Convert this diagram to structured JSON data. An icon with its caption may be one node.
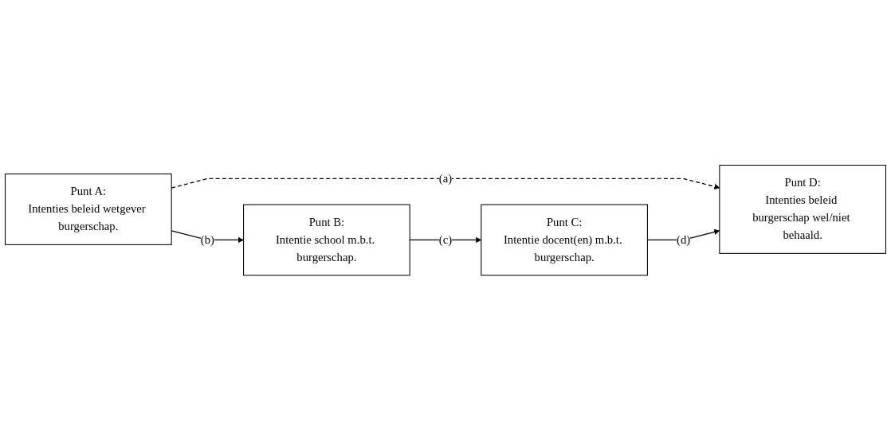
{
  "diagram": {
    "nodes": [
      {
        "text": [
          "Punt A:",
          "Intenties beleid wetgever burgerschap."
        ]
      },
      {
        "text": [
          "Punt D:",
          "Intenties beleid burgerschap wel/niet behaald."
        ]
      },
      {
        "text": [
          "Punt B:",
          "Intentie school m.b.t. burgerschap."
        ]
      },
      {
        "text": [
          "Punt C:",
          "Intentie docent(en) m.b.t. burgerschap."
        ]
      }
    ],
    "edges": [
      {
        "from": 0,
        "to": 1,
        "arrow": "to",
        "label": "(a)",
        "style": "dashed"
      },
      {
        "from": 0,
        "to": 2,
        "arrow": "to",
        "label": "(b)"
      },
      {
        "from": 2,
        "to": 3,
        "arrow": "to",
        "label": "(c)"
      },
      {
        "from": 3,
        "to": 1,
        "arrow": "to",
        "label": "(d)"
      }
    ]
  }
}
